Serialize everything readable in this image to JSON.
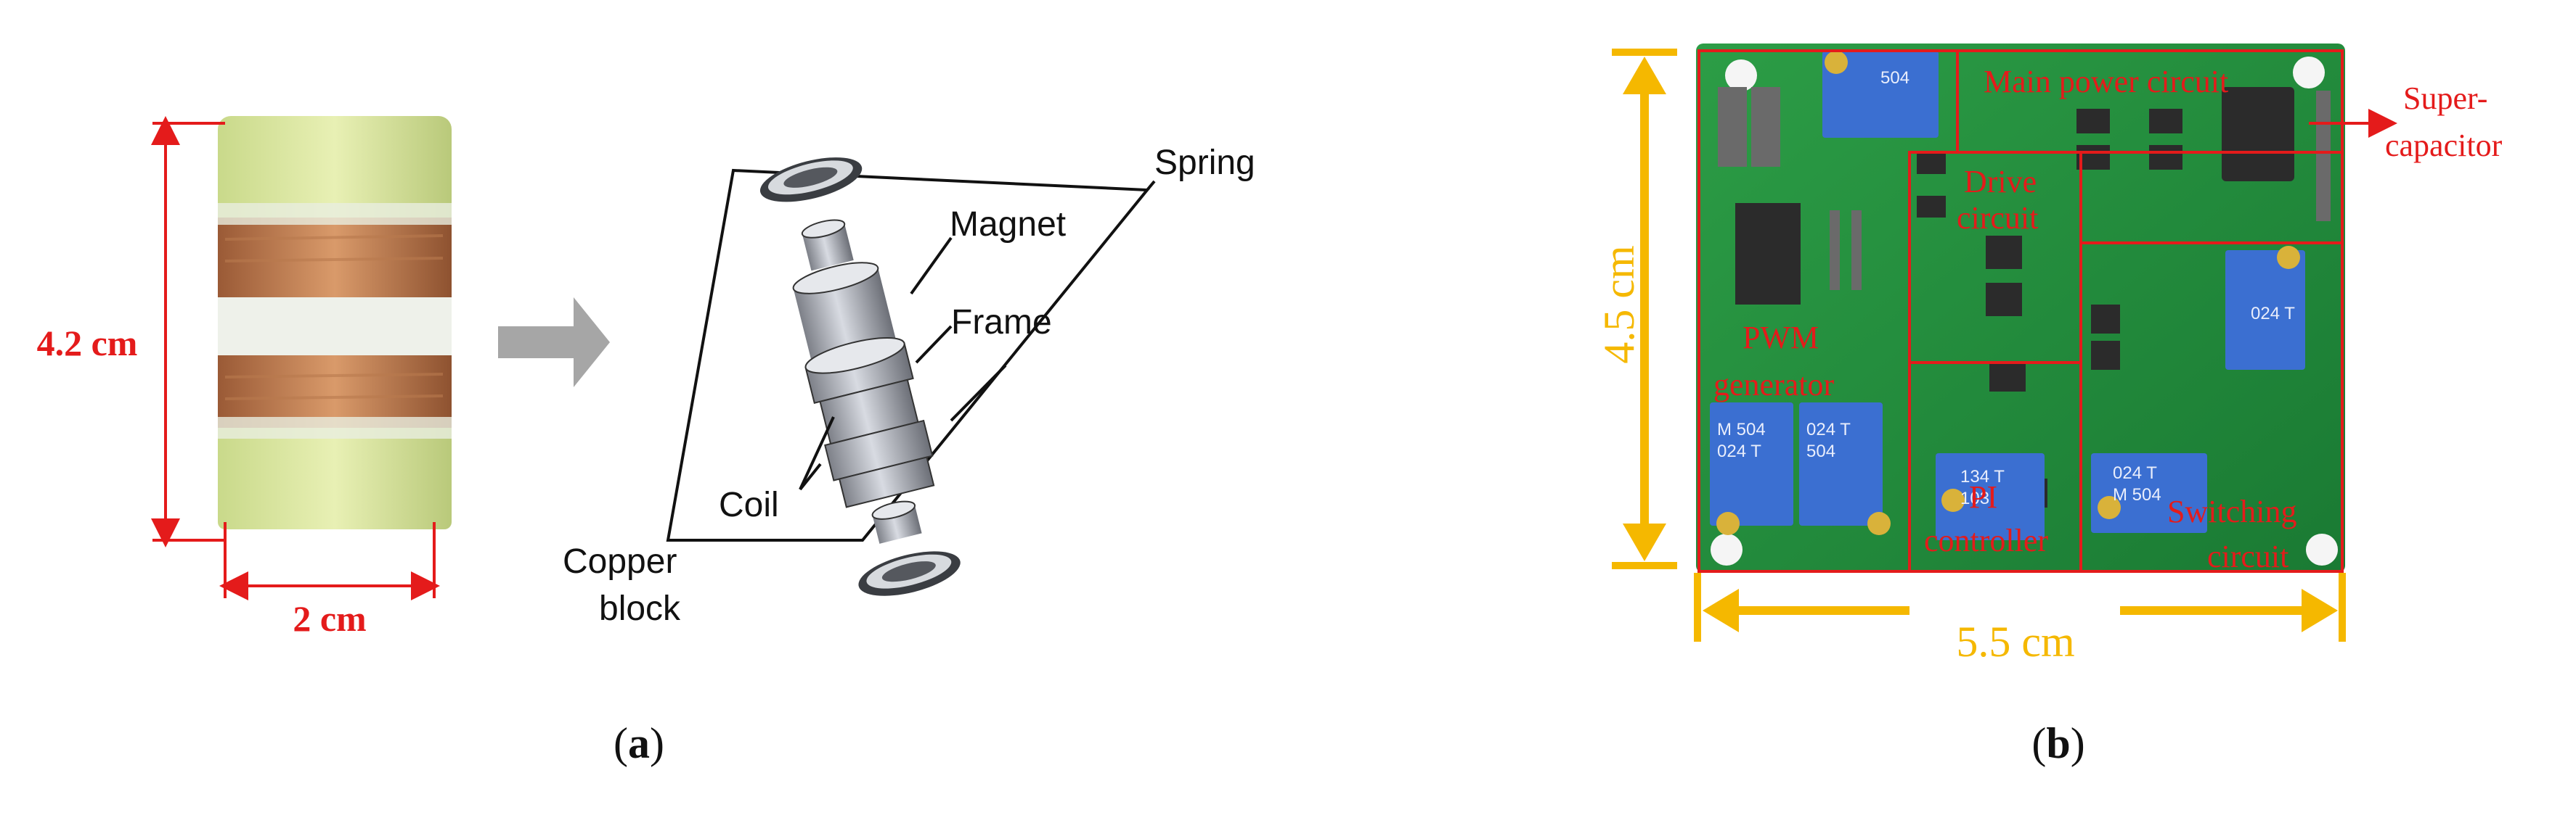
{
  "panel_a": {
    "caption": "(a)",
    "caption_letter": "a",
    "height_label": "4.2 cm",
    "width_label": "2 cm",
    "labels": {
      "spring": "Spring",
      "magnet": "Magnet",
      "frame": "Frame",
      "coil": "Coil",
      "copper_line1": "Copper",
      "copper_line2": "block"
    }
  },
  "panel_b": {
    "caption": "(b)",
    "caption_letter": "b",
    "height_label": "4.5 cm",
    "width_label": "5.5 cm",
    "labels": {
      "main_power": "Main power circuit",
      "supercap_line1": "Super-",
      "supercap_line2": "capacitor",
      "drive_line1": "Drive",
      "drive_line2": "circuit",
      "pwm_line1": "PWM",
      "pwm_line2": "generator",
      "pi_line1": "PI",
      "pi_line2": "controller",
      "switch_line1": "Switching",
      "switch_line2": "circuit"
    },
    "pot_texts": [
      "504",
      "024 T",
      "M 504",
      "024 T",
      "134 T",
      "103",
      "024 T",
      "M 504",
      "024 T",
      "504"
    ]
  },
  "colors": {
    "red": "#e41b1b",
    "gold": "#f5b800",
    "pcb_green": "#1f8a3a",
    "pot_blue": "#3b6fd1",
    "arrow_gray": "#a6a6a6"
  }
}
